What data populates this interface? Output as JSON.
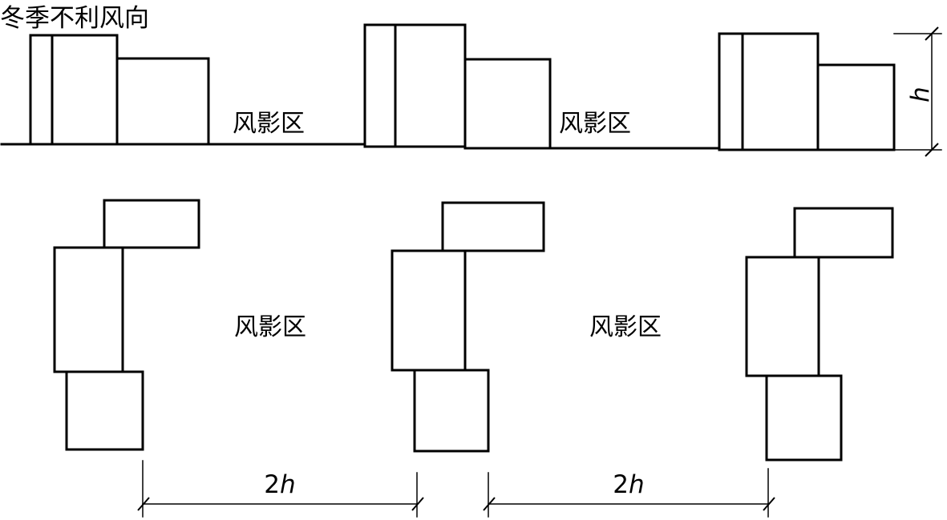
{
  "diagram": {
    "title": "冬季不利风向",
    "wind_shadow_label": "风影区",
    "height_symbol": "h",
    "spacing_multiplier": "2",
    "spacing_symbol": "h"
  }
}
